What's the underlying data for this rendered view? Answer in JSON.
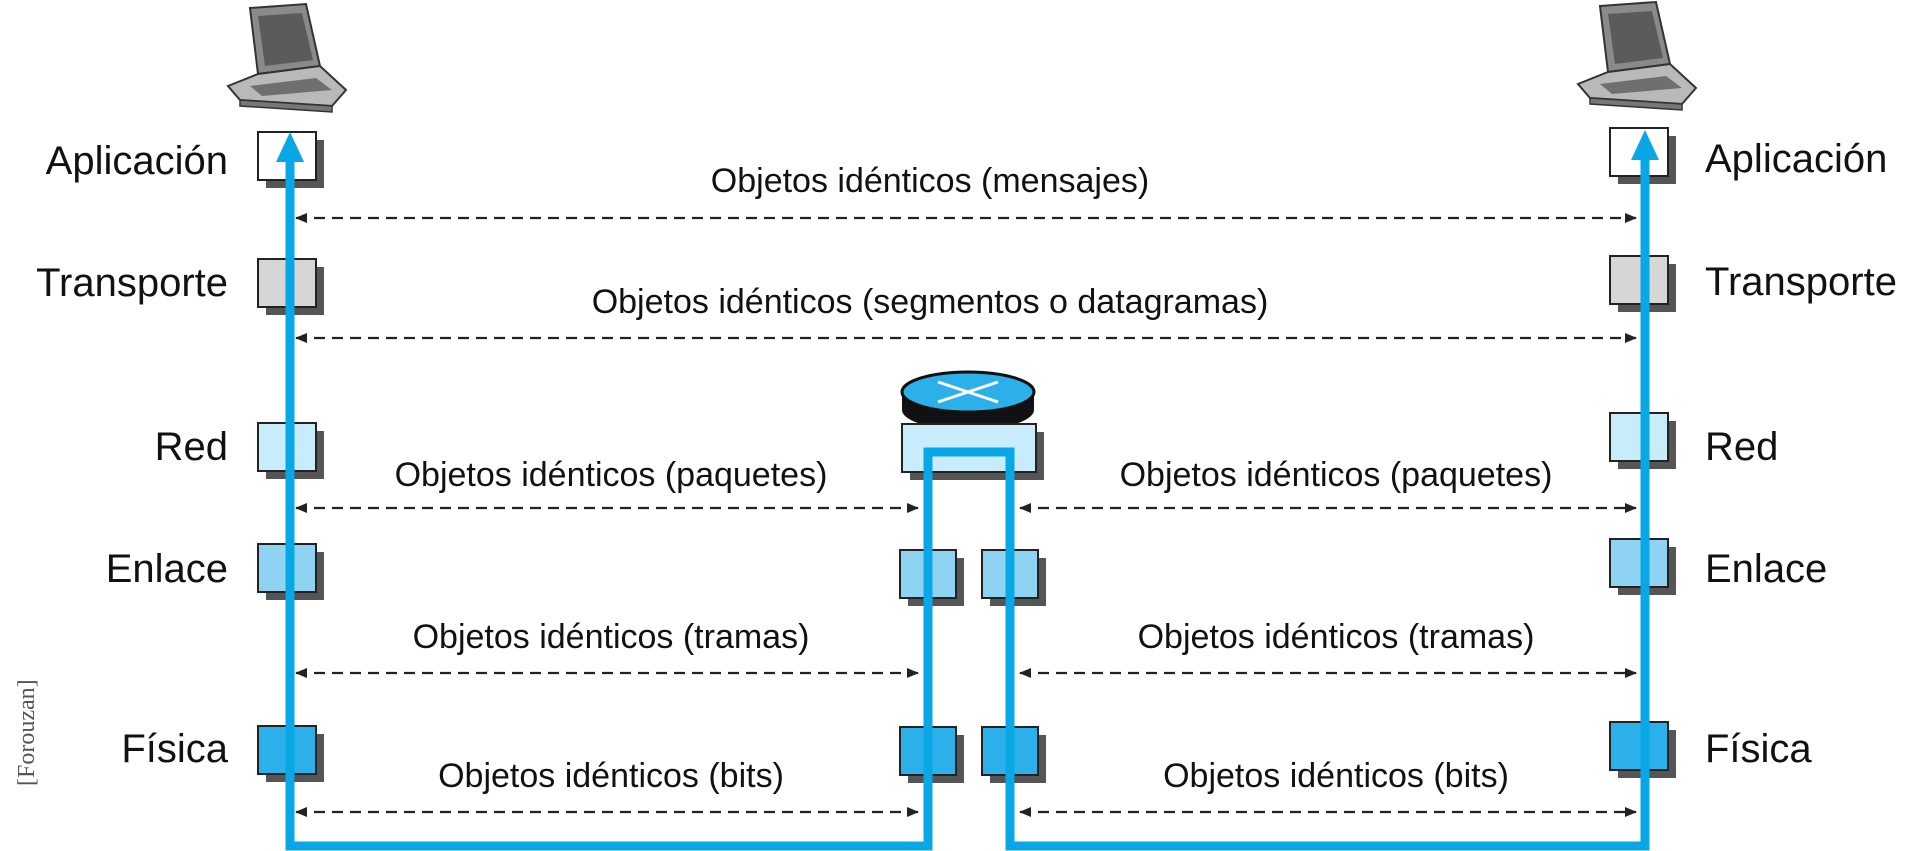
{
  "layers": {
    "application": "Aplicación",
    "transport": "Transporte",
    "network": "Red",
    "link": "Enlace",
    "physical": "Física"
  },
  "links": {
    "messages": "Objetos idénticos (mensajes)",
    "segments": "Objetos idénticos (segmentos o datagramas)",
    "packets": "Objetos idénticos (paquetes)",
    "frames": "Objetos idénticos (tramas)",
    "bits": "Objetos idénticos (bits)"
  },
  "credit": "[Forouzan]",
  "colors": {
    "flow": "#0aa7e6",
    "application_box": "#ffffff",
    "transport_box": "#d6d6d6",
    "network_box": "#c9ecfb",
    "link_box": "#8fd3f3",
    "physical_box": "#2bb0ea",
    "router_top": "#2bb0ea"
  },
  "icons": [
    "laptop-icon",
    "router-icon"
  ]
}
